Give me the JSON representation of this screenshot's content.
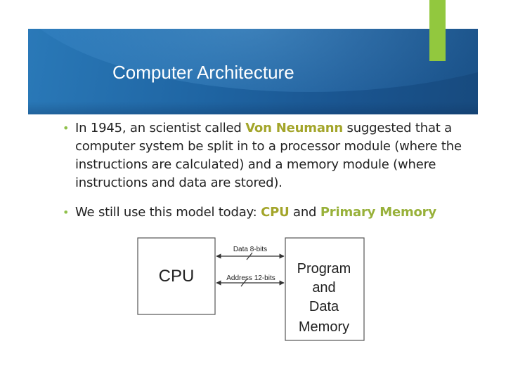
{
  "slide": {
    "title": "Computer Architecture",
    "bullets": [
      {
        "parts": [
          {
            "text": "In 1945, an scientist called ",
            "style": "normal"
          },
          {
            "text": "Von Neumann",
            "style": "highlight"
          },
          {
            "text": " suggested that a computer system be split in to a processor module (where the instructions are calculated) and a memory module (where instructions and data are stored).",
            "style": "normal"
          }
        ]
      },
      {
        "parts": [
          {
            "text": "We still use this model today: ",
            "style": "normal"
          },
          {
            "text": "CPU",
            "style": "highlight"
          },
          {
            "text": " and ",
            "style": "normal"
          },
          {
            "text": "Primary Memory",
            "style": "highlight2"
          }
        ]
      }
    ]
  },
  "diagram": {
    "cpu_label": "CPU",
    "memory_label_lines": [
      "Program",
      "and",
      "Data",
      "Memory"
    ],
    "bus_data_label": "Data 8-bits",
    "bus_address_label": "Address 12-bits"
  },
  "colors": {
    "accent_green": "#92c83e",
    "header_blue": "#1f65a3",
    "highlight": "#a3a52a"
  }
}
